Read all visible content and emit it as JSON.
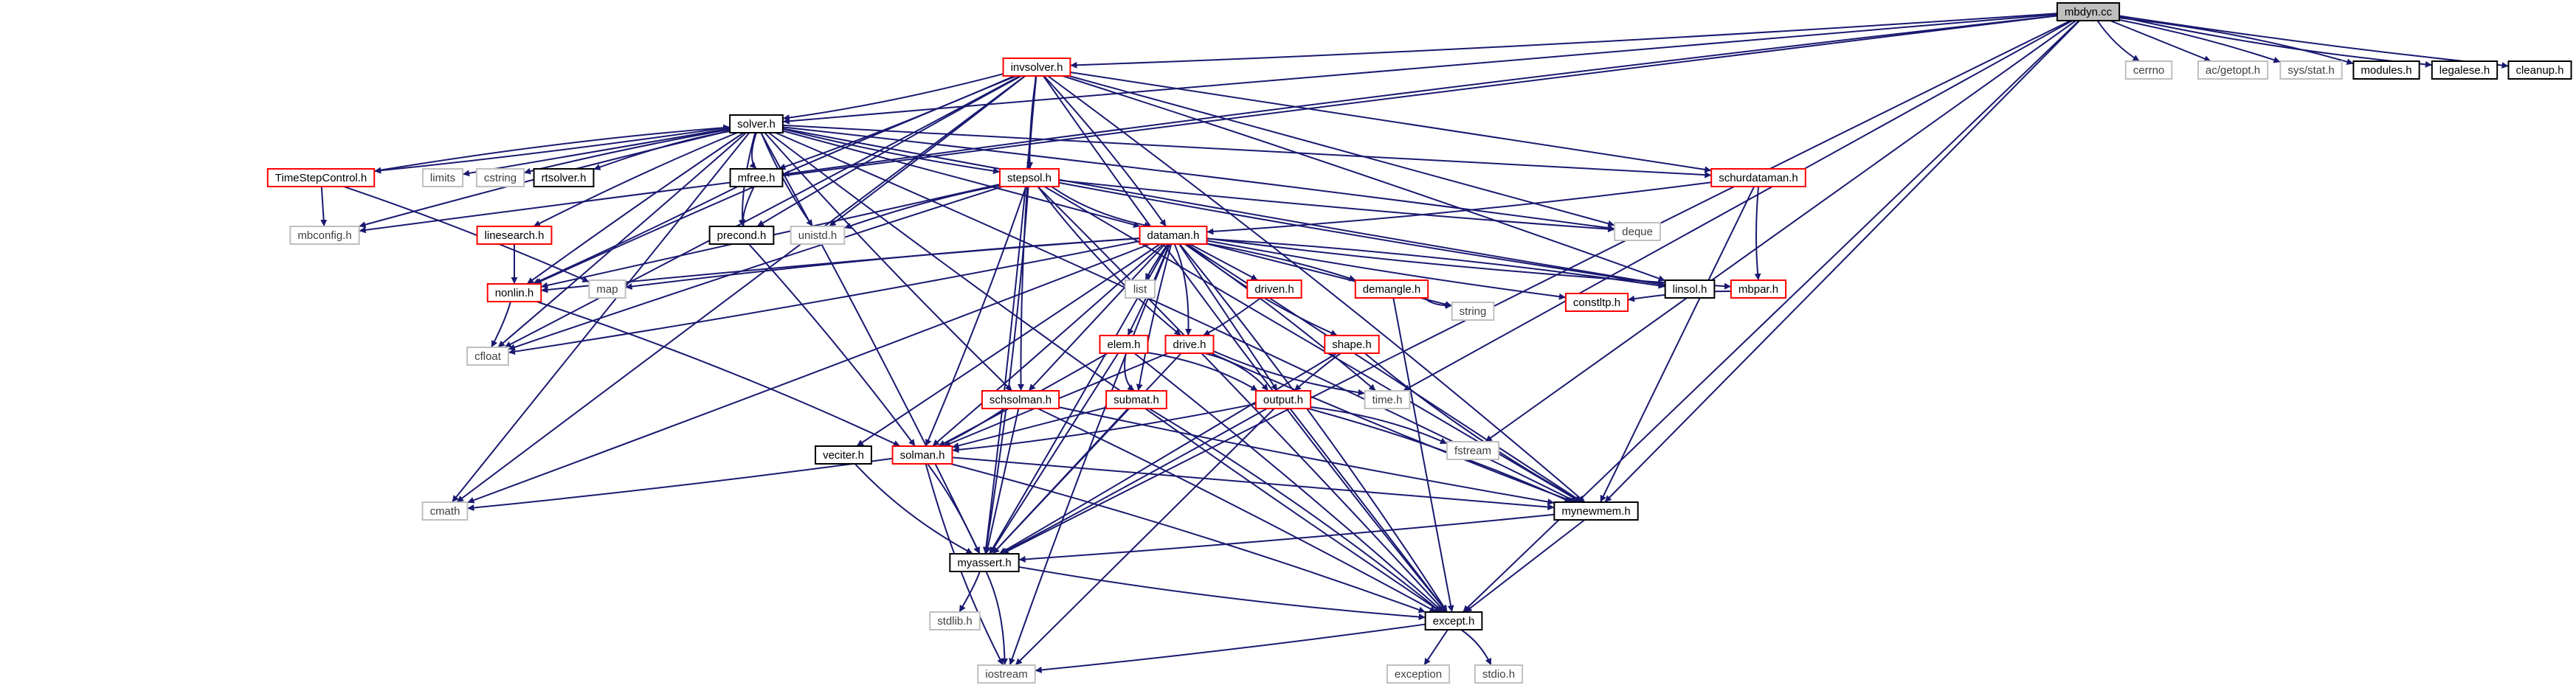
{
  "colors": {
    "edge": "#191970",
    "root_fill": "#bfbfbf",
    "documented_border": "#000000",
    "partial_border": "#ff0000",
    "external_border": "#bfbfbf",
    "external_text": "#404040",
    "node_fill": "#ffffff",
    "text": "#000000"
  },
  "nodes": [
    {
      "id": "mbdyn",
      "label": "mbdyn.cc",
      "kind": "root"
    },
    {
      "id": "invsolver",
      "label": "invsolver.h",
      "kind": "red"
    },
    {
      "id": "cerrno",
      "label": "cerrno",
      "kind": "ext"
    },
    {
      "id": "acgetopt",
      "label": "ac/getopt.h",
      "kind": "ext"
    },
    {
      "id": "sysstat",
      "label": "sys/stat.h",
      "kind": "ext"
    },
    {
      "id": "modules",
      "label": "modules.h",
      "kind": "doc"
    },
    {
      "id": "legalese",
      "label": "legalese.h",
      "kind": "doc"
    },
    {
      "id": "cleanup",
      "label": "cleanup.h",
      "kind": "doc"
    },
    {
      "id": "solver",
      "label": "solver.h",
      "kind": "doc"
    },
    {
      "id": "timestep",
      "label": "TimeStepControl.h",
      "kind": "red"
    },
    {
      "id": "limits",
      "label": "limits",
      "kind": "ext"
    },
    {
      "id": "cstring",
      "label": "cstring",
      "kind": "ext"
    },
    {
      "id": "rtsolver",
      "label": "rtsolver.h",
      "kind": "doc"
    },
    {
      "id": "mfree",
      "label": "mfree.h",
      "kind": "doc"
    },
    {
      "id": "stepsol",
      "label": "stepsol.h",
      "kind": "red"
    },
    {
      "id": "schurdataman",
      "label": "schurdataman.h",
      "kind": "red"
    },
    {
      "id": "mbconfig",
      "label": "mbconfig.h",
      "kind": "ext"
    },
    {
      "id": "linesearch",
      "label": "linesearch.h",
      "kind": "red"
    },
    {
      "id": "precond",
      "label": "precond.h",
      "kind": "doc"
    },
    {
      "id": "unistd",
      "label": "unistd.h",
      "kind": "ext"
    },
    {
      "id": "dataman",
      "label": "dataman.h",
      "kind": "red"
    },
    {
      "id": "deque",
      "label": "deque",
      "kind": "ext"
    },
    {
      "id": "nonlin",
      "label": "nonlin.h",
      "kind": "red"
    },
    {
      "id": "map",
      "label": "map",
      "kind": "ext"
    },
    {
      "id": "cfloat",
      "label": "cfloat",
      "kind": "ext"
    },
    {
      "id": "list",
      "label": "list",
      "kind": "ext"
    },
    {
      "id": "driven",
      "label": "driven.h",
      "kind": "red"
    },
    {
      "id": "demangle",
      "label": "demangle.h",
      "kind": "red"
    },
    {
      "id": "linsol",
      "label": "linsol.h",
      "kind": "doc"
    },
    {
      "id": "mbpar",
      "label": "mbpar.h",
      "kind": "red"
    },
    {
      "id": "constltp",
      "label": "constltp.h",
      "kind": "red"
    },
    {
      "id": "string",
      "label": "string",
      "kind": "ext"
    },
    {
      "id": "elem",
      "label": "elem.h",
      "kind": "red"
    },
    {
      "id": "drive",
      "label": "drive.h",
      "kind": "red"
    },
    {
      "id": "shape",
      "label": "shape.h",
      "kind": "red"
    },
    {
      "id": "submat",
      "label": "submat.h",
      "kind": "red"
    },
    {
      "id": "schsolman",
      "label": "schsolman.h",
      "kind": "red"
    },
    {
      "id": "output",
      "label": "output.h",
      "kind": "red"
    },
    {
      "id": "timeh",
      "label": "time.h",
      "kind": "ext"
    },
    {
      "id": "fstream",
      "label": "fstream",
      "kind": "ext"
    },
    {
      "id": "veciter",
      "label": "veciter.h",
      "kind": "doc"
    },
    {
      "id": "solman",
      "label": "solman.h",
      "kind": "red"
    },
    {
      "id": "cmath",
      "label": "cmath",
      "kind": "ext"
    },
    {
      "id": "mynewmem",
      "label": "mynewmem.h",
      "kind": "doc"
    },
    {
      "id": "myassert",
      "label": "myassert.h",
      "kind": "doc"
    },
    {
      "id": "stdlib",
      "label": "stdlib.h",
      "kind": "ext"
    },
    {
      "id": "except",
      "label": "except.h",
      "kind": "doc"
    },
    {
      "id": "iostream",
      "label": "iostream",
      "kind": "ext"
    },
    {
      "id": "exception",
      "label": "exception",
      "kind": "ext"
    },
    {
      "id": "stdio",
      "label": "stdio.h",
      "kind": "ext"
    }
  ],
  "edges": [
    [
      "mbdyn",
      "invsolver"
    ],
    [
      "mbdyn",
      "cerrno"
    ],
    [
      "mbdyn",
      "acgetopt"
    ],
    [
      "mbdyn",
      "sysstat"
    ],
    [
      "mbdyn",
      "modules"
    ],
    [
      "mbdyn",
      "legalese"
    ],
    [
      "mbdyn",
      "cleanup"
    ],
    [
      "mbdyn",
      "solver"
    ],
    [
      "mbdyn",
      "mbconfig"
    ],
    [
      "mbdyn",
      "myassert"
    ],
    [
      "mbdyn",
      "mynewmem"
    ],
    [
      "mbdyn",
      "except"
    ],
    [
      "mbdyn",
      "timeh"
    ],
    [
      "mbdyn",
      "fstream"
    ],
    [
      "mbdyn",
      "mfree"
    ],
    [
      "invsolver",
      "solver"
    ],
    [
      "invsolver",
      "stepsol"
    ],
    [
      "invsolver",
      "schurdataman"
    ],
    [
      "invsolver",
      "dataman"
    ],
    [
      "invsolver",
      "nonlin"
    ],
    [
      "invsolver",
      "mfree"
    ],
    [
      "invsolver",
      "unistd"
    ],
    [
      "invsolver",
      "deque"
    ],
    [
      "invsolver",
      "linsol"
    ],
    [
      "invsolver",
      "precond"
    ],
    [
      "invsolver",
      "schsolman"
    ],
    [
      "invsolver",
      "cfloat"
    ],
    [
      "invsolver",
      "cmath"
    ],
    [
      "invsolver",
      "myassert"
    ],
    [
      "invsolver",
      "mynewmem"
    ],
    [
      "invsolver",
      "except"
    ],
    [
      "solver",
      "timestep"
    ],
    [
      "solver",
      "limits"
    ],
    [
      "solver",
      "cstring"
    ],
    [
      "solver",
      "rtsolver"
    ],
    [
      "solver",
      "mfree"
    ],
    [
      "solver",
      "stepsol"
    ],
    [
      "solver",
      "schurdataman"
    ],
    [
      "solver",
      "mbconfig"
    ],
    [
      "solver",
      "linesearch"
    ],
    [
      "solver",
      "precond"
    ],
    [
      "solver",
      "unistd"
    ],
    [
      "solver",
      "dataman"
    ],
    [
      "solver",
      "deque"
    ],
    [
      "solver",
      "nonlin"
    ],
    [
      "solver",
      "cfloat"
    ],
    [
      "solver",
      "linsol"
    ],
    [
      "solver",
      "cmath"
    ],
    [
      "solver",
      "myassert"
    ],
    [
      "solver",
      "mynewmem"
    ],
    [
      "solver",
      "except"
    ],
    [
      "solver",
      "schsolman"
    ],
    [
      "timestep",
      "mbconfig"
    ],
    [
      "timestep",
      "map"
    ],
    [
      "timestep",
      "solver"
    ],
    [
      "mfree",
      "precond"
    ],
    [
      "mfree",
      "nonlin"
    ],
    [
      "linesearch",
      "nonlin"
    ],
    [
      "precond",
      "solman"
    ],
    [
      "stepsol",
      "unistd"
    ],
    [
      "stepsol",
      "dataman"
    ],
    [
      "stepsol",
      "deque"
    ],
    [
      "stepsol",
      "nonlin"
    ],
    [
      "stepsol",
      "cfloat"
    ],
    [
      "stepsol",
      "solman"
    ],
    [
      "stepsol",
      "drive"
    ],
    [
      "stepsol",
      "linsol"
    ],
    [
      "stepsol",
      "mynewmem"
    ],
    [
      "stepsol",
      "except"
    ],
    [
      "stepsol",
      "myassert"
    ],
    [
      "schurdataman",
      "dataman"
    ],
    [
      "schurdataman",
      "mbpar"
    ],
    [
      "schurdataman",
      "mynewmem"
    ],
    [
      "dataman",
      "nonlin"
    ],
    [
      "dataman",
      "map"
    ],
    [
      "dataman",
      "cfloat"
    ],
    [
      "dataman",
      "list"
    ],
    [
      "dataman",
      "driven"
    ],
    [
      "dataman",
      "demangle"
    ],
    [
      "dataman",
      "linsol"
    ],
    [
      "dataman",
      "mbpar"
    ],
    [
      "dataman",
      "constltp"
    ],
    [
      "dataman",
      "string"
    ],
    [
      "dataman",
      "elem"
    ],
    [
      "dataman",
      "drive"
    ],
    [
      "dataman",
      "shape"
    ],
    [
      "dataman",
      "submat"
    ],
    [
      "dataman",
      "output"
    ],
    [
      "dataman",
      "timeh"
    ],
    [
      "dataman",
      "vecplaceholder"
    ],
    [
      "dataman",
      "solman"
    ],
    [
      "dataman",
      "cmath"
    ],
    [
      "dataman",
      "mynewmem"
    ],
    [
      "dataman",
      "myassert"
    ],
    [
      "dataman",
      "except"
    ],
    [
      "dataman",
      "iostream"
    ],
    [
      "dataman",
      "schsolman"
    ],
    [
      "dataman",
      "veciter"
    ],
    [
      "nonlin",
      "cfloat"
    ],
    [
      "nonlin",
      "solman"
    ],
    [
      "driven",
      "drive"
    ],
    [
      "demangle",
      "string"
    ],
    [
      "demangle",
      "except"
    ],
    [
      "mbpar",
      "constltp"
    ],
    [
      "elem",
      "output"
    ],
    [
      "elem",
      "submat"
    ],
    [
      "elem",
      "solman"
    ],
    [
      "elem",
      "myassert"
    ],
    [
      "elem",
      "except"
    ],
    [
      "drive",
      "output"
    ],
    [
      "drive",
      "timeh"
    ],
    [
      "drive",
      "mynewmem"
    ],
    [
      "drive",
      "solman"
    ],
    [
      "drive",
      "myassert"
    ],
    [
      "shape",
      "output"
    ],
    [
      "shape",
      "mynewmem"
    ],
    [
      "shape",
      "myassert"
    ],
    [
      "submat",
      "solman"
    ],
    [
      "submat",
      "myassert"
    ],
    [
      "submat",
      "except"
    ],
    [
      "schsolman",
      "solman"
    ],
    [
      "schsolman",
      "mynewmem"
    ],
    [
      "schsolman",
      "myassert"
    ],
    [
      "schsolman",
      "except"
    ],
    [
      "output",
      "fstream"
    ],
    [
      "output",
      "solman"
    ],
    [
      "output",
      "myassert"
    ],
    [
      "output",
      "except"
    ],
    [
      "output",
      "iostream"
    ],
    [
      "output",
      "mynewmem"
    ],
    [
      "veciter",
      "myassert"
    ],
    [
      "solman",
      "cmath"
    ],
    [
      "solman",
      "mynewmem"
    ],
    [
      "solman",
      "myassert"
    ],
    [
      "solman",
      "except"
    ],
    [
      "solman",
      "iostream"
    ],
    [
      "mynewmem",
      "myassert"
    ],
    [
      "mynewmem",
      "except"
    ],
    [
      "myassert",
      "stdlib"
    ],
    [
      "myassert",
      "iostream"
    ],
    [
      "myassert",
      "except"
    ],
    [
      "except",
      "iostream"
    ],
    [
      "except",
      "exception"
    ],
    [
      "except",
      "stdio"
    ]
  ]
}
